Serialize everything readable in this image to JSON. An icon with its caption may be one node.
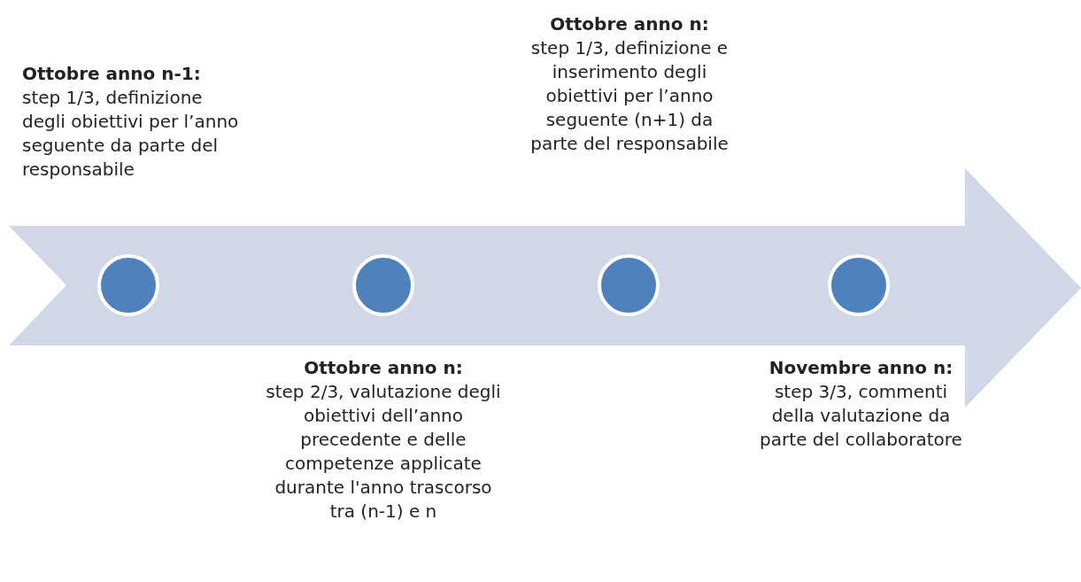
{
  "diagram": {
    "nodes": [
      {
        "text": [],
        "shape": "circle",
        "beside": [
          "Ottobre anno n-1:",
          "step 1/3, definizione degli obiettivi per l’anno seguente da parte del responsabile"
        ]
      },
      {
        "text": [],
        "shape": "circle",
        "beside": [
          "Ottobre anno n:",
          "step 2/3, valutazione degli obiettivi dell’anno precedente e delle competenze applicate durante l'anno trascorso tra (n-1) e n"
        ]
      },
      {
        "text": [],
        "shape": "circle",
        "beside": [
          "Ottobre anno n:",
          "step 1/3, definizione e inserimento degli obiettivi per l’anno seguente (n+1) da parte del responsabile"
        ]
      },
      {
        "text": [],
        "shape": "circle",
        "beside": [
          "Novembre anno n:",
          "step 3/3, commenti della valutazione da parte del collaboratore"
        ]
      }
    ],
    "edges": []
  }
}
